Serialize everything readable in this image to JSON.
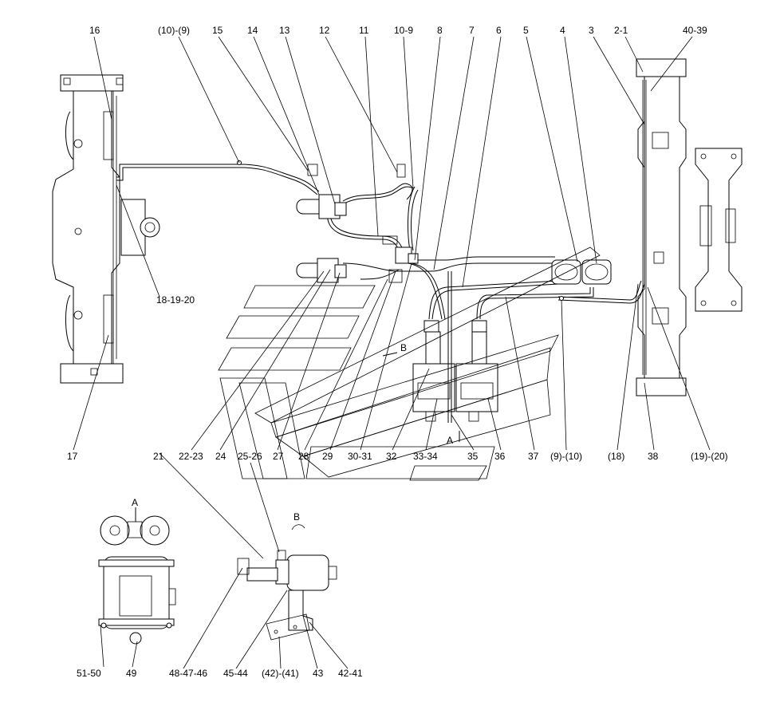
{
  "labels_top": [
    "16",
    "(10)-(9)",
    "15",
    "14",
    "13",
    "12",
    "11",
    "10-9",
    "8",
    "7",
    "6",
    "5",
    "4",
    "3",
    "2-1",
    "40-39"
  ],
  "labels_left": [
    "18-19-20",
    "17"
  ],
  "labels_bottom_row": [
    "21",
    "22-23",
    "24",
    "25-26",
    "27",
    "28",
    "29",
    "30-31",
    "32",
    "33-34",
    "35",
    "36",
    "37",
    "(9)-(10)",
    "(18)",
    "38",
    "(19)-(20)"
  ],
  "labels_detail": [
    "A",
    "B",
    "A",
    "B",
    "51-50",
    "49",
    "48-47-46",
    "45-44",
    "(42)-(41)",
    "43",
    "42-41"
  ]
}
